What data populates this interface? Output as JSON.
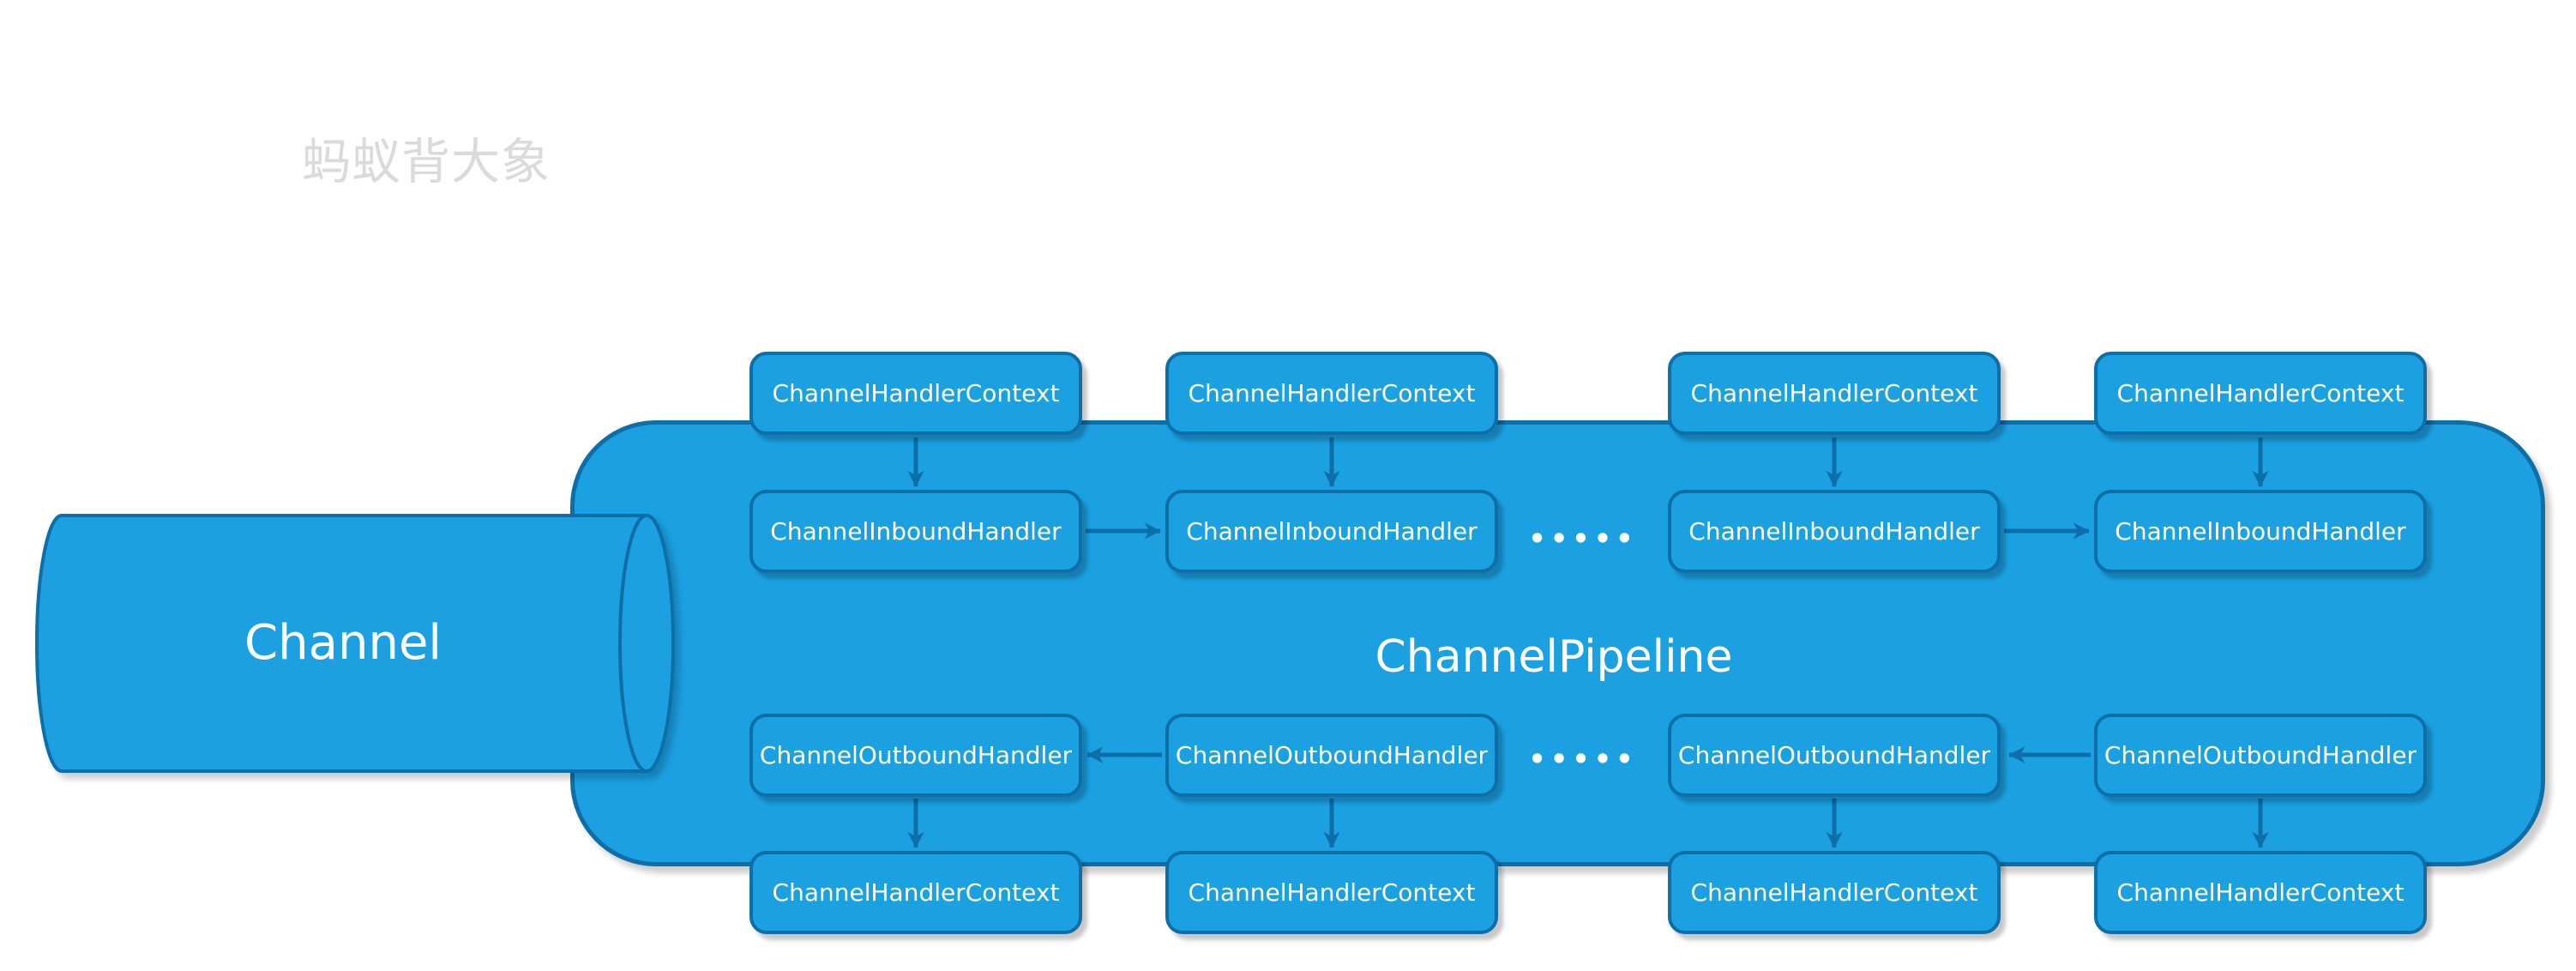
{
  "watermark": {
    "text": "蚂蚁背大象"
  },
  "channel": {
    "label": "Channel"
  },
  "pipeline": {
    "label": "ChannelPipeline"
  },
  "nodes": {
    "top_context": [
      "ChannelHandlerContext",
      "ChannelHandlerContext",
      "ChannelHandlerContext",
      "ChannelHandlerContext"
    ],
    "inbound": [
      "ChannelInboundHandler",
      "ChannelInboundHandler",
      "ChannelInboundHandler",
      "ChannelInboundHandler"
    ],
    "outbound": [
      "ChannelOutboundHandler",
      "ChannelOutboundHandler",
      "ChannelOutboundHandler",
      "ChannelOutboundHandler"
    ],
    "bottom_context": [
      "ChannelHandlerContext",
      "ChannelHandlerContext",
      "ChannelHandlerContext",
      "ChannelHandlerContext"
    ]
  },
  "ellipsis": {
    "inbound": "•••••",
    "outbound": "•••••"
  },
  "colors": {
    "shape_fill": "#1BA0E2",
    "shape_stroke": "#0D6EA8",
    "label_text": "#FFFFFF",
    "watermark_text": "#DADADA",
    "background": "#FFFFFF"
  },
  "connections": [
    "top-context-1..4 arrow down to inbound-1..4",
    "inbound-1 arrow right to inbound-2",
    "inbound-3 arrow right to inbound-4",
    "outbound-2 arrow left to outbound-1",
    "outbound-4 arrow left to outbound-3",
    "outbound-1..4 arrow down to bottom-context-1..4"
  ]
}
